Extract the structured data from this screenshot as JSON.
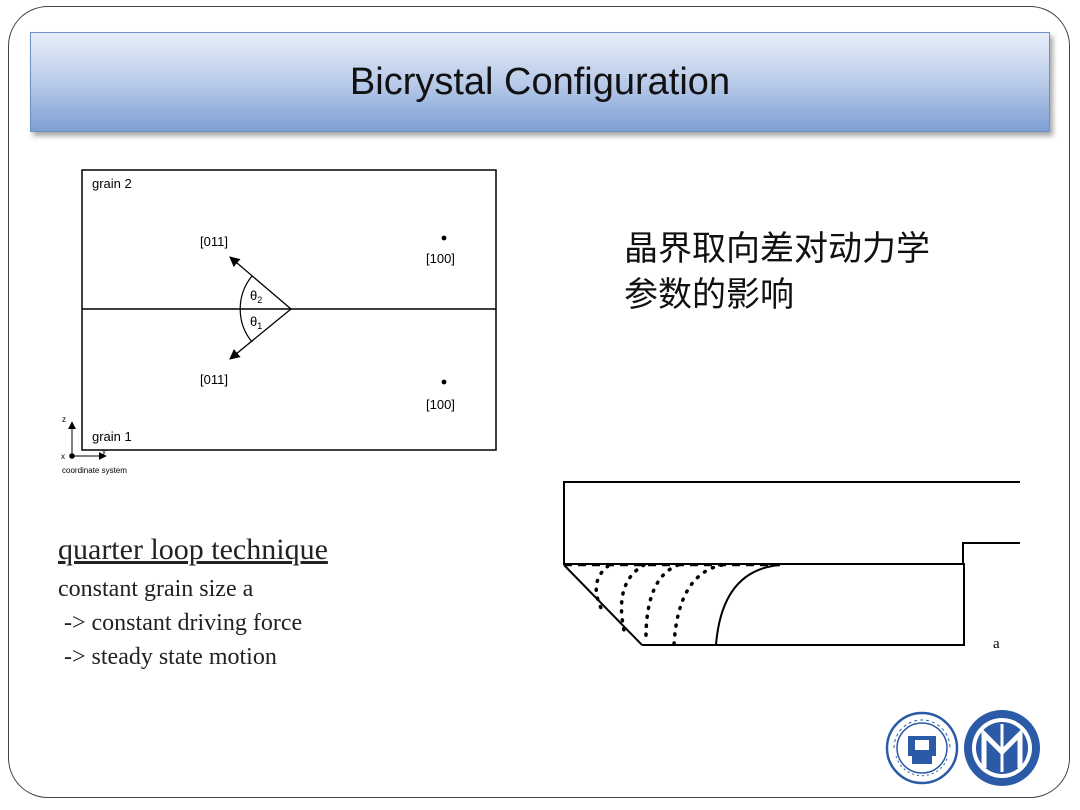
{
  "title": "Bicrystal Configuration",
  "diagram": {
    "grain_top": "grain 2",
    "grain_bottom": "grain 1",
    "vec_top": "[011]",
    "vec_bottom": "[011]",
    "theta_top": "θ",
    "theta_top_sub": "2",
    "theta_bottom": "θ",
    "theta_bottom_sub": "1",
    "dir_top": "[100]",
    "dir_bottom": "[100]",
    "axis_z": "z",
    "axis_x": "x",
    "axis_y": "y",
    "coord_label": "coordinate system"
  },
  "chinese_heading": {
    "line1": "晶界取向差对动力学",
    "line2": "参数的影响"
  },
  "technique": {
    "heading": "quarter loop technique",
    "lines": [
      "constant grain size a",
      " -> constant driving force",
      " -> steady state motion"
    ]
  },
  "loop_label": "a",
  "colors": {
    "title_gradient_top": "#e8eef9",
    "title_gradient_bottom": "#7f9fd4",
    "logo_blue": "#2b5aa6"
  },
  "logos": [
    "university-seal-icon",
    "university-emblem-icon"
  ]
}
